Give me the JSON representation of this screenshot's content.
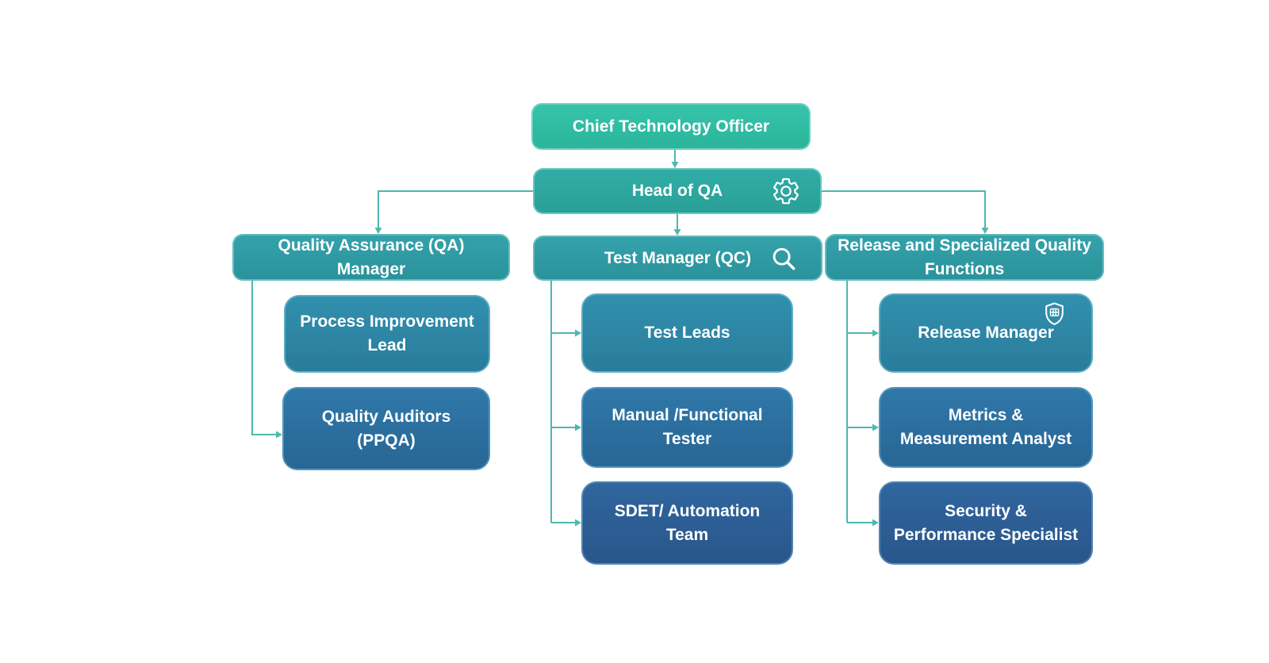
{
  "colors": {
    "background": "#FFFFFF",
    "cto_box": "#2FBCA3",
    "head_of_qa_box": "#2DA69F",
    "branch_header_box": "#2F9AA3",
    "child_level1_box": "#2E86A4",
    "child_level2_box": "#2C6F9F",
    "child_level3_box": "#2D5E95",
    "connector": "#4CB9AE",
    "text": "#FFFFFF"
  },
  "top": {
    "cto": {
      "label": "Chief Technology Officer"
    },
    "head_qa": {
      "label": "Head of QA",
      "icon": "gear-icon"
    }
  },
  "branches": [
    {
      "header": {
        "label": "Quality Assurance (QA)\nManager"
      },
      "children": [
        {
          "label": "Process Improvement\nLead"
        },
        {
          "label": "Quality Auditors\n(PPQA)"
        }
      ]
    },
    {
      "header": {
        "label": "Test Manager (QC)",
        "icon": "search-icon"
      },
      "children": [
        {
          "label": "Test Leads"
        },
        {
          "label": "Manual /Functional\nTester"
        },
        {
          "label": "SDET/ Automation\nTeam"
        }
      ]
    },
    {
      "header": {
        "label": "Release and Specialized Quality\nFunctions"
      },
      "children": [
        {
          "label": "Release Manager",
          "icon": "shield-grid-icon"
        },
        {
          "label": "Metrics &\nMeasurement Analyst"
        },
        {
          "label": "Security &\nPerformance Specialist"
        }
      ]
    }
  ]
}
